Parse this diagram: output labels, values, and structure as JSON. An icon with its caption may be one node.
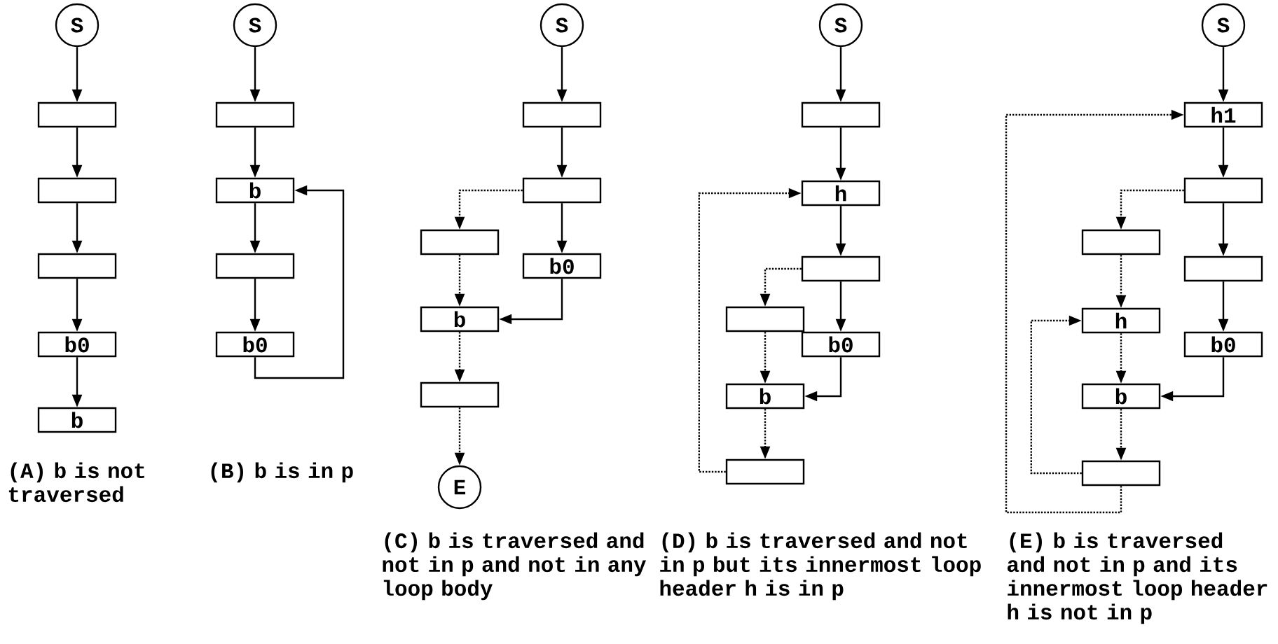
{
  "diagram": {
    "nodes": [
      {
        "text": [
          "S"
        ]
      },
      {
        "text": [],
        "shape": "box"
      },
      {
        "text": [],
        "shape": "box"
      },
      {
        "text": [],
        "shape": "box"
      },
      {
        "text": [
          "b0"
        ]
      },
      {
        "text": [
          "b"
        ]
      },
      {
        "text": [
          "S"
        ]
      },
      {
        "text": [],
        "shape": "box"
      },
      {
        "text": [
          "b"
        ]
      },
      {
        "text": [],
        "shape": "box"
      },
      {
        "text": [
          "b0"
        ]
      },
      {
        "text": [
          "S"
        ]
      },
      {
        "text": [],
        "shape": "box"
      },
      {
        "text": [],
        "shape": "box"
      },
      {
        "text": [],
        "shape": "box"
      },
      {
        "text": [
          "b0"
        ]
      },
      {
        "text": [
          "b"
        ]
      },
      {
        "text": [],
        "shape": "box"
      },
      {
        "text": [
          "E"
        ]
      },
      {
        "text": [
          "S"
        ]
      },
      {
        "text": [],
        "shape": "box"
      },
      {
        "text": [
          "h"
        ]
      },
      {
        "text": [],
        "shape": "box"
      },
      {
        "text": [],
        "shape": "box"
      },
      {
        "text": [
          "b0"
        ]
      },
      {
        "text": [
          "b"
        ]
      },
      {
        "text": [],
        "shape": "box"
      },
      {
        "text": [
          "S"
        ]
      },
      {
        "text": [
          "h1"
        ]
      },
      {
        "text": [],
        "shape": "box"
      },
      {
        "text": [],
        "shape": "box"
      },
      {
        "text": [],
        "shape": "box"
      },
      {
        "text": [
          "b0"
        ]
      },
      {
        "text": [
          "h"
        ]
      },
      {
        "text": [
          "b"
        ]
      },
      {
        "text": [],
        "shape": "box"
      }
    ],
    "edges": [
      {
        "from": 0,
        "to": 1,
        "arrow": "to"
      },
      {
        "from": 1,
        "to": 2,
        "arrow": "to"
      },
      {
        "from": 2,
        "to": 3,
        "arrow": "to"
      },
      {
        "from": 3,
        "to": 4,
        "arrow": "to"
      },
      {
        "from": 4,
        "to": 5,
        "arrow": "to"
      },
      {
        "from": 6,
        "to": 7,
        "arrow": "to"
      },
      {
        "from": 7,
        "to": 8,
        "arrow": "to"
      },
      {
        "from": 8,
        "to": 9,
        "arrow": "to"
      },
      {
        "from": 9,
        "to": 10,
        "arrow": "to"
      },
      {
        "from": 10,
        "to": 8,
        "arrow": "to"
      },
      {
        "from": 11,
        "to": 12,
        "arrow": "to"
      },
      {
        "from": 12,
        "to": 13,
        "arrow": "to"
      },
      {
        "from": 13,
        "to": 14,
        "arrow": "to",
        "style": "dashed"
      },
      {
        "from": 13,
        "to": 15,
        "arrow": "to"
      },
      {
        "from": 14,
        "to": 16,
        "arrow": "to",
        "style": "dashed"
      },
      {
        "from": 15,
        "to": 16,
        "arrow": "to"
      },
      {
        "from": 16,
        "to": 17,
        "arrow": "to",
        "style": "dashed"
      },
      {
        "from": 17,
        "to": 18,
        "arrow": "to",
        "style": "dashed"
      },
      {
        "from": 19,
        "to": 20,
        "arrow": "to"
      },
      {
        "from": 20,
        "to": 21,
        "arrow": "to"
      },
      {
        "from": 21,
        "to": 22,
        "arrow": "to"
      },
      {
        "from": 22,
        "to": 23,
        "arrow": "to",
        "style": "dashed"
      },
      {
        "from": 22,
        "to": 24,
        "arrow": "to"
      },
      {
        "from": 23,
        "to": 25,
        "arrow": "to",
        "style": "dashed"
      },
      {
        "from": 24,
        "to": 25,
        "arrow": "to"
      },
      {
        "from": 25,
        "to": 26,
        "arrow": "to",
        "style": "dashed"
      },
      {
        "from": 26,
        "to": 21,
        "arrow": "to",
        "style": "dashed"
      },
      {
        "from": 27,
        "to": 28,
        "arrow": "to"
      },
      {
        "from": 28,
        "to": 29,
        "arrow": "to"
      },
      {
        "from": 29,
        "to": 30,
        "arrow": "to",
        "style": "dashed"
      },
      {
        "from": 29,
        "to": 31,
        "arrow": "to"
      },
      {
        "from": 31,
        "to": 32,
        "arrow": "to"
      },
      {
        "from": 30,
        "to": 33,
        "arrow": "to",
        "style": "dashed"
      },
      {
        "from": 33,
        "to": 34,
        "arrow": "to",
        "style": "dashed"
      },
      {
        "from": 32,
        "to": 34,
        "arrow": "to"
      },
      {
        "from": 34,
        "to": 35,
        "arrow": "to",
        "style": "dashed"
      },
      {
        "from": 35,
        "to": 33,
        "arrow": "to",
        "style": "dashed"
      },
      {
        "from": 35,
        "to": 28,
        "arrow": "to",
        "style": "dashed"
      }
    ],
    "labels": [
      "(A) b is not traversed",
      "(B) b is in p",
      "(C) b is traversed and not in p and not in any loop body",
      "(D) b is traversed and not in p but its innermost loop header h is in p",
      "(E) b is traversed and not in p and its innermost loop header h is not in p"
    ]
  }
}
